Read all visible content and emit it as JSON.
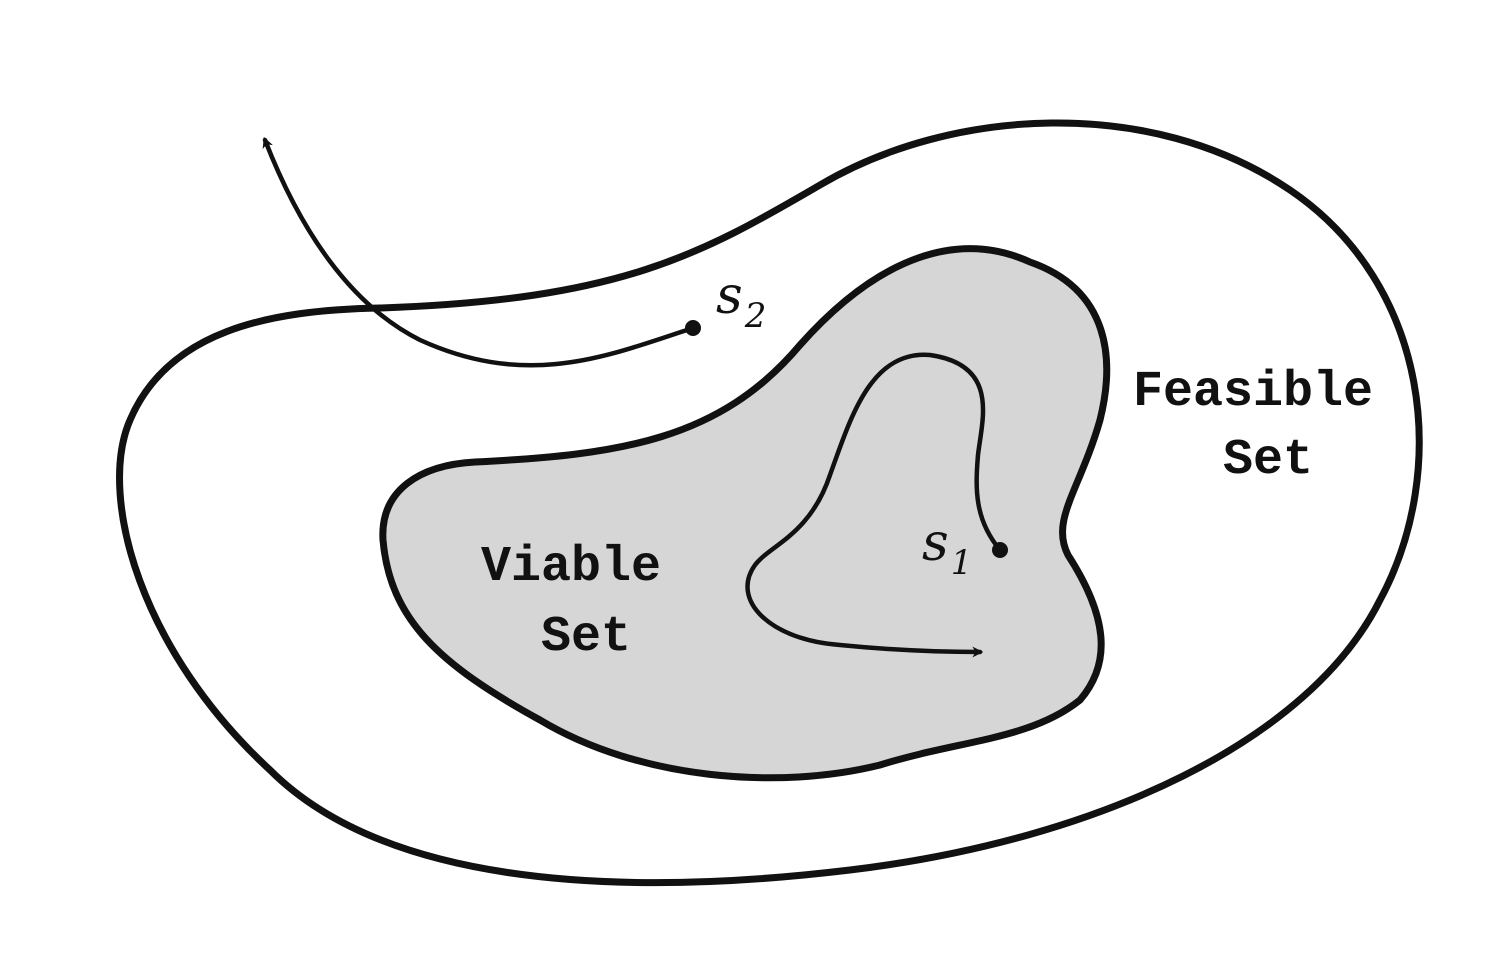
{
  "regions": {
    "feasible": {
      "line1": "Feasible",
      "line2": "Set"
    },
    "viable": {
      "line1": "Viable",
      "line2": "Set"
    }
  },
  "states": {
    "s1": {
      "symbol": "s",
      "subscript": "1"
    },
    "s2": {
      "symbol": "s",
      "subscript": "2"
    }
  },
  "colors": {
    "stroke": "#111111",
    "viable_fill": "#d6d6d6",
    "feasible_fill": "#ffffff"
  }
}
